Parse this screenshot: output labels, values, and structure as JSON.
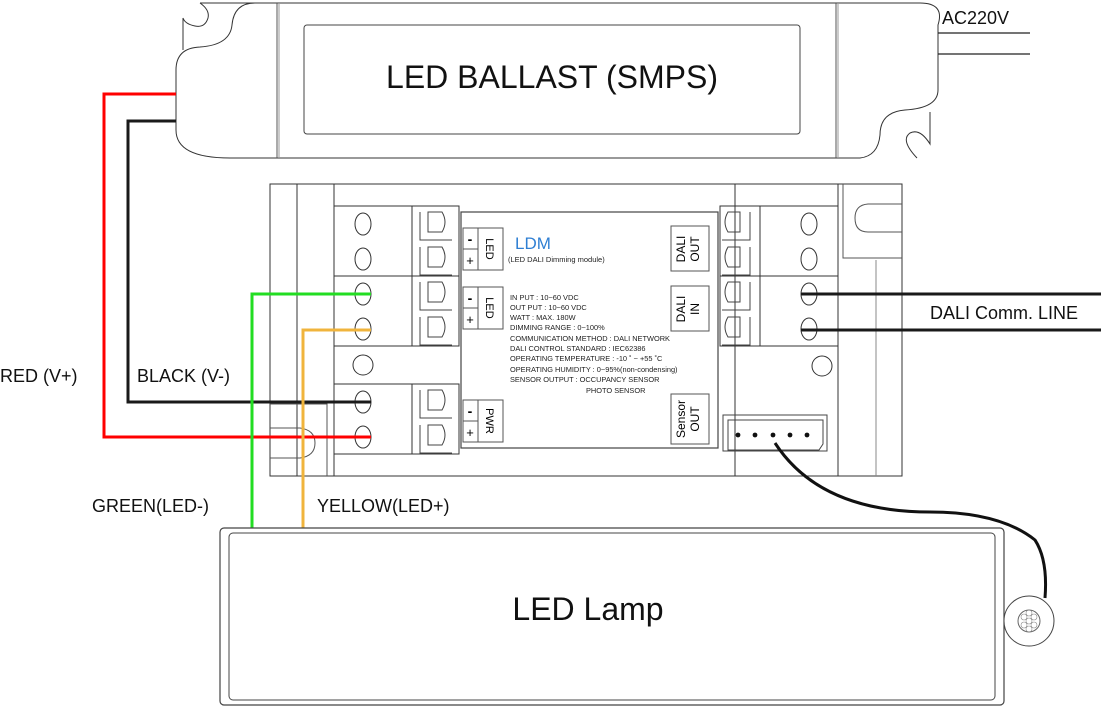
{
  "ballast": {
    "title": "LED BALLAST (SMPS)",
    "input_label": "AC220V"
  },
  "module": {
    "name": "LDM",
    "subtitle": "(LED DALI Dimming module)",
    "accent_color": "#2f7fd3",
    "left_ports": [
      {
        "name": "LED",
        "minus": "-",
        "plus": "+"
      },
      {
        "name": "LED",
        "minus": "-",
        "plus": "+"
      },
      {
        "name": "PWR",
        "minus": "-",
        "plus": "+"
      }
    ],
    "right_ports": [
      {
        "line1": "DALI",
        "line2": "OUT"
      },
      {
        "line1": "DALI",
        "line2": "IN"
      },
      {
        "line1": "Sensor",
        "line2": "OUT"
      }
    ],
    "specs": [
      "IN PUT     : 10~60 VDC",
      "OUT PUT  : 10~60 VDC",
      "WATT : MAX. 180W",
      "DIMMING RANGE : 0~100%",
      "COMMUNICATION METHOD : DALI NETWORK",
      "DALI CONTROL STANDARD : IEC62386",
      "OPERATING TEMPERATURE : -10 ˚ ~ +55 ˚C",
      "OPERATING HUMIDITY : 0~95%(non-condensing)",
      "SENSOR OUTPUT : OCCUPANCY SENSOR",
      "PHOTO SENSOR"
    ]
  },
  "wires": {
    "red": {
      "label": "RED (V+)",
      "color": "#ff0000"
    },
    "black": {
      "label": "BLACK (V-)",
      "color": "#1a1a1a"
    },
    "green": {
      "label": "GREEN(LED-)",
      "color": "#22dd22"
    },
    "yellow": {
      "label": "YELLOW(LED+)",
      "color": "#f0b43c"
    },
    "dali": {
      "label": "DALI Comm. LINE",
      "color": "#1a1a1a"
    }
  },
  "lamp": {
    "title": "LED Lamp"
  }
}
